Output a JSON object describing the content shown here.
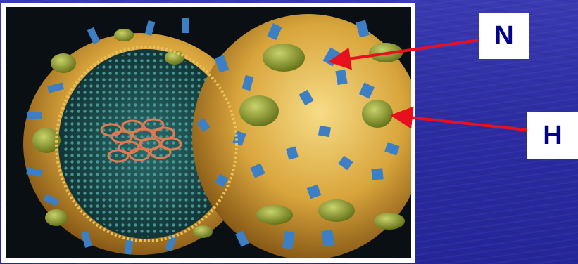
{
  "labels": {
    "n": "N",
    "h": "H"
  },
  "colors": {
    "background": "#2d2da3",
    "label_box": "#ffffff",
    "label_text": "#00008b",
    "arrow": "#e8101c",
    "virus_shell": "#d9a53c",
    "hemagglutinin": "#8f9f2e",
    "neuraminidase": "#3c7fc4",
    "rna": "#e07a50"
  },
  "icons": {
    "photo": "influenza-virus-illustration-image",
    "arrow": "pointer-arrow"
  }
}
